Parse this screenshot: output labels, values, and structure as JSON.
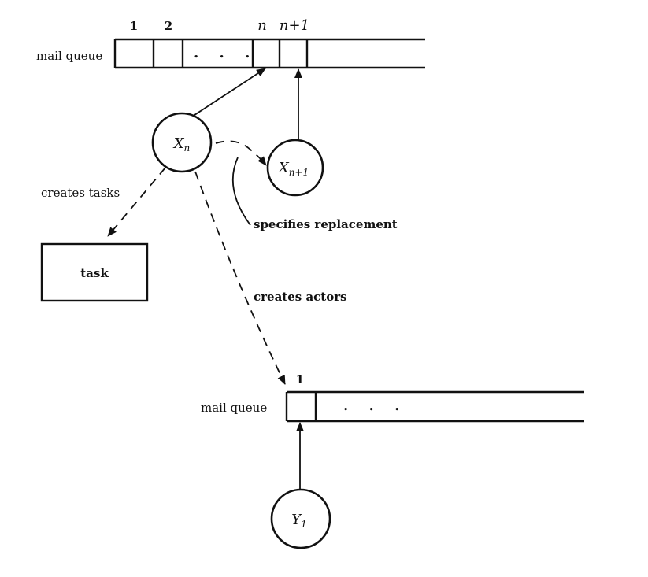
{
  "mail_queue_top": {
    "label": "mail queue",
    "slot_labels": [
      "1",
      "2",
      "n",
      "n+1"
    ],
    "ellipsis": ". . ."
  },
  "mail_queue_bottom": {
    "label": "mail queue",
    "slot_labels": [
      "1"
    ],
    "ellipsis": ". . ."
  },
  "actors": {
    "xn": {
      "base": "X",
      "sub": "n"
    },
    "xn1": {
      "base": "X",
      "sub": "n+1"
    },
    "y1": {
      "base": "Y",
      "sub": "1"
    }
  },
  "task": {
    "label": "task"
  },
  "edges": {
    "creates_tasks": "creates tasks",
    "creates_actors": "creates actors",
    "specifies_replacement": "specifies replacement"
  }
}
